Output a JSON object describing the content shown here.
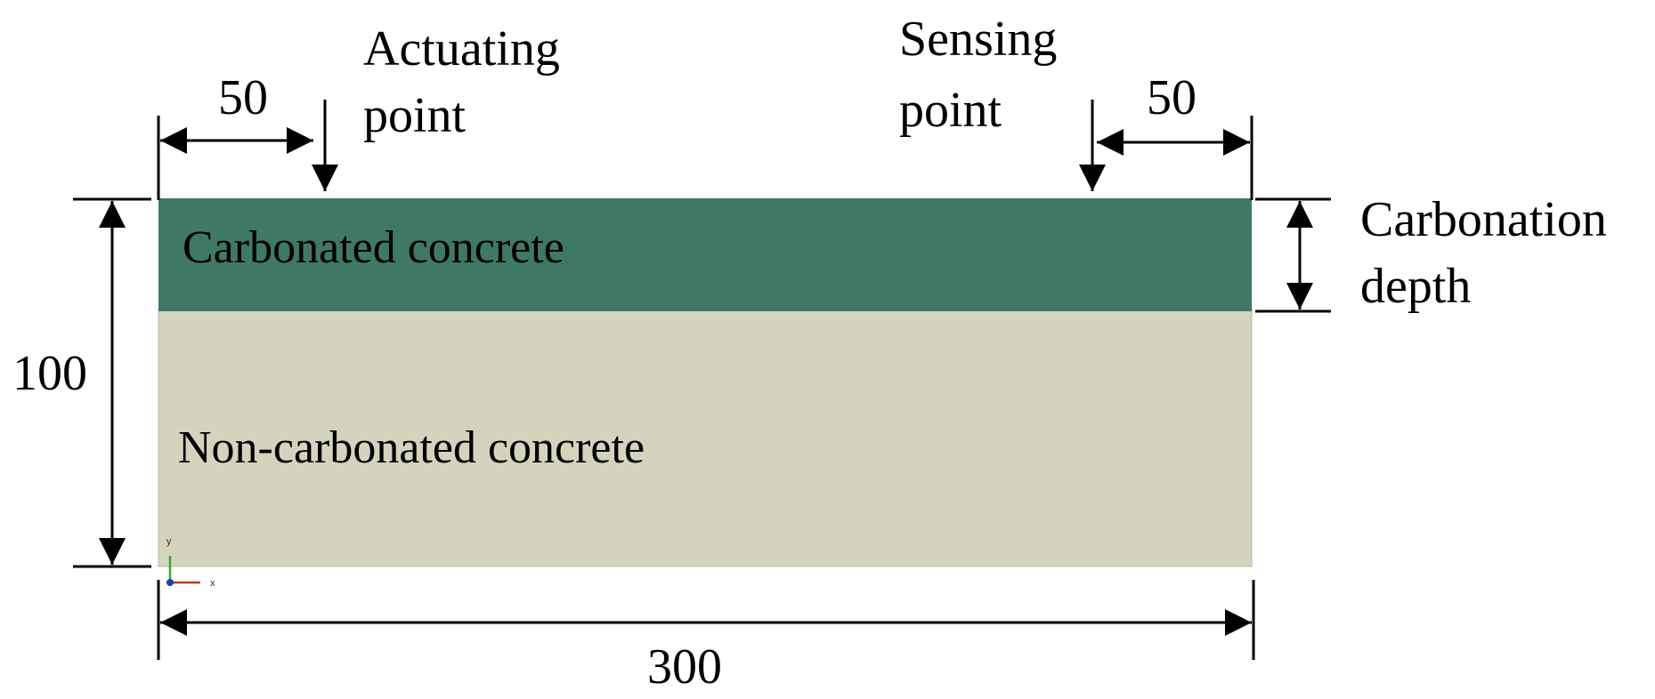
{
  "dimensions": {
    "left_offset": "50",
    "right_offset": "50",
    "height": "100",
    "width": "300"
  },
  "points": {
    "actuating": {
      "line1": "Actuating",
      "line2": "point"
    },
    "sensing": {
      "line1": "Sensing",
      "line2": "point"
    }
  },
  "regions": {
    "carbonated": "Carbonated concrete",
    "non_carbonated": "Non-carbonated concrete"
  },
  "carbonation_depth": {
    "line1": "Carbonation",
    "line2": "depth"
  },
  "triad": {
    "x": "x",
    "y": "y"
  },
  "colors": {
    "carbonated": "#3f7866",
    "non_carbonated": "#d4d3bd",
    "line": "#000000",
    "axis_x": "#d0302a",
    "axis_y": "#3aa83a",
    "axis_origin": "#2040a0"
  }
}
